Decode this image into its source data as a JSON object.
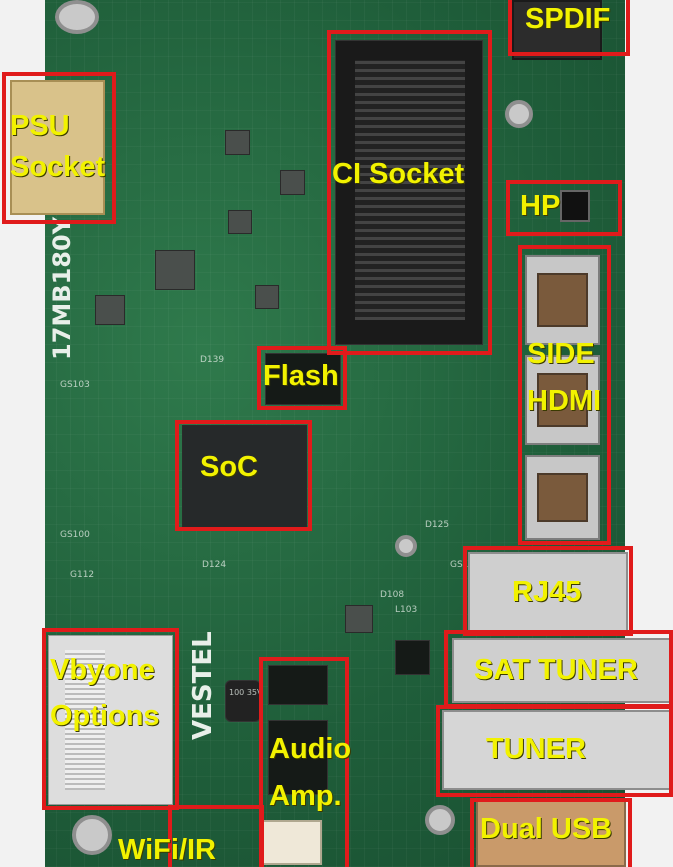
{
  "title": "VESTEL 17MB180Y main board",
  "silkscreen": {
    "model": "17MB180Y",
    "brand": "VESTEL",
    "cap_value": "100 35V"
  },
  "labels": {
    "spdif": "SPDIF",
    "psu_socket_line1": "PSU",
    "psu_socket_line2": "Socket",
    "ci_socket": "CI Socket",
    "hp": "HP",
    "side_hdmi_line1": "SIDE",
    "side_hdmi_line2": "HDMI",
    "flash": "Flash",
    "soc": "SoC",
    "rj45": "RJ45",
    "sat_tuner": "SAT TUNER",
    "tuner": "TUNER",
    "vbyone_line1": "Vbyone",
    "vbyone_line2": "Options",
    "audio_amp_line1": "Audio",
    "audio_amp_line2": "Amp.",
    "wifi_ir": "WiFi/IR",
    "dual_usb": "Dual USB"
  },
  "colors": {
    "pcb": "#1f5e3a",
    "highlight_box": "#e01b1b",
    "label_text": "#f2f200"
  }
}
